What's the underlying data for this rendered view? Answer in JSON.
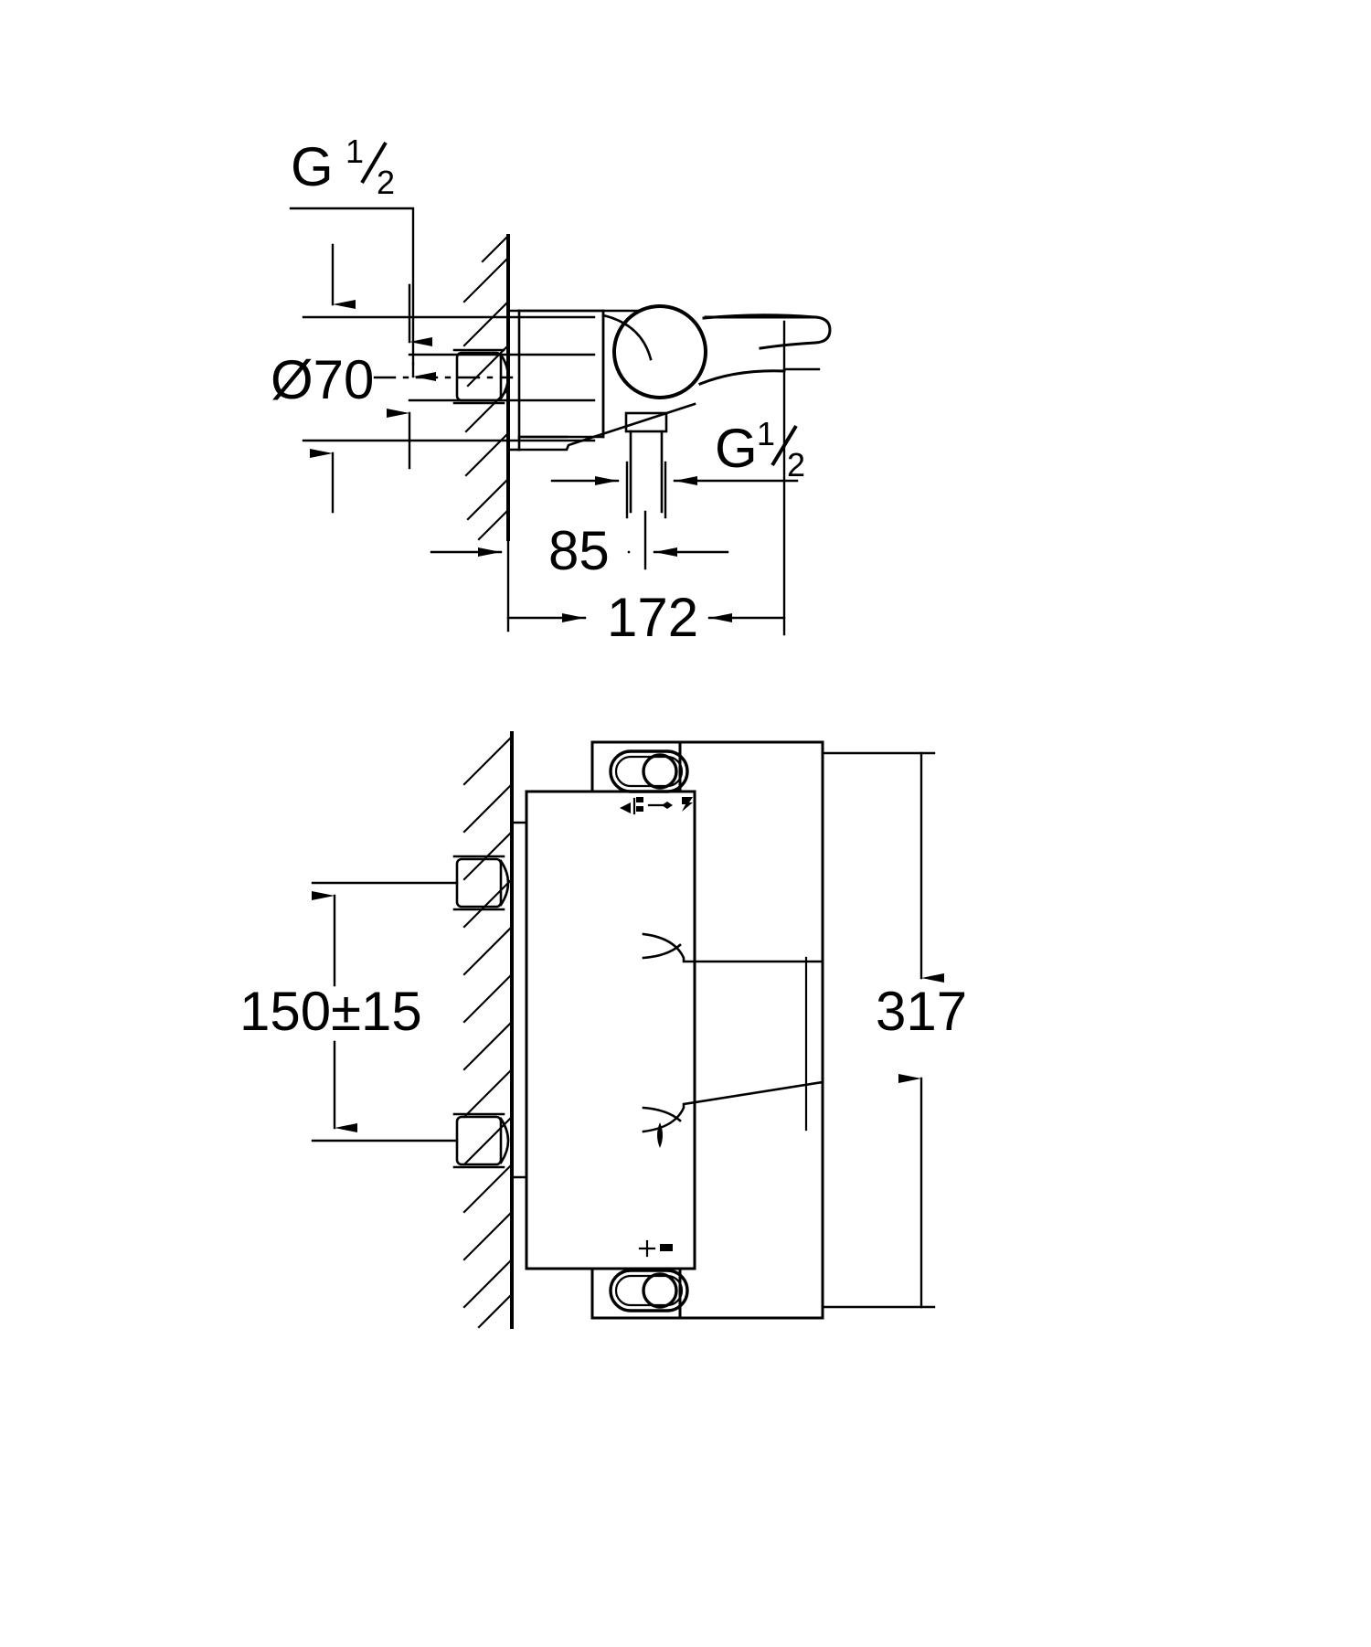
{
  "drawing": {
    "title": "Wall-mounted bath/shower mixer technical dimension drawing",
    "units": "mm",
    "line_color": "#000000",
    "background_color": "#ffffff",
    "views": [
      {
        "name": "top-view",
        "label": ""
      },
      {
        "name": "front-view",
        "label": ""
      }
    ]
  },
  "dimensions": {
    "inlet_thread": {
      "name": "inlet-thread-label",
      "prefix": "G",
      "numerator": "1",
      "denominator": "2",
      "text": "G 1/2"
    },
    "outlet_thread": {
      "name": "outlet-thread-label",
      "prefix": "G",
      "numerator": "1",
      "denominator": "2",
      "text": "G 1/2"
    },
    "escutcheon_diameter": {
      "name": "escutcheon-diameter",
      "text": "Ø70",
      "symbol": "Ø",
      "value": "70"
    },
    "projection_outlet": {
      "name": "outlet-projection",
      "text": "85",
      "value": "85"
    },
    "projection_total": {
      "name": "total-projection",
      "text": "172",
      "value": "172"
    },
    "inlet_spacing": {
      "name": "inlet-centre-spacing",
      "text": "150±15",
      "value": "150",
      "tolerance": "±15"
    },
    "overall_height": {
      "name": "overall-height",
      "text": "317",
      "value": "317"
    }
  },
  "chart_data": {
    "type": "table",
    "title": "Mixer dimensions",
    "categories": [
      "G 1/2 inlet",
      "Ø70",
      "85",
      "172",
      "150±15",
      "317"
    ],
    "values": [
      0.5,
      70,
      85,
      172,
      150,
      317
    ]
  }
}
